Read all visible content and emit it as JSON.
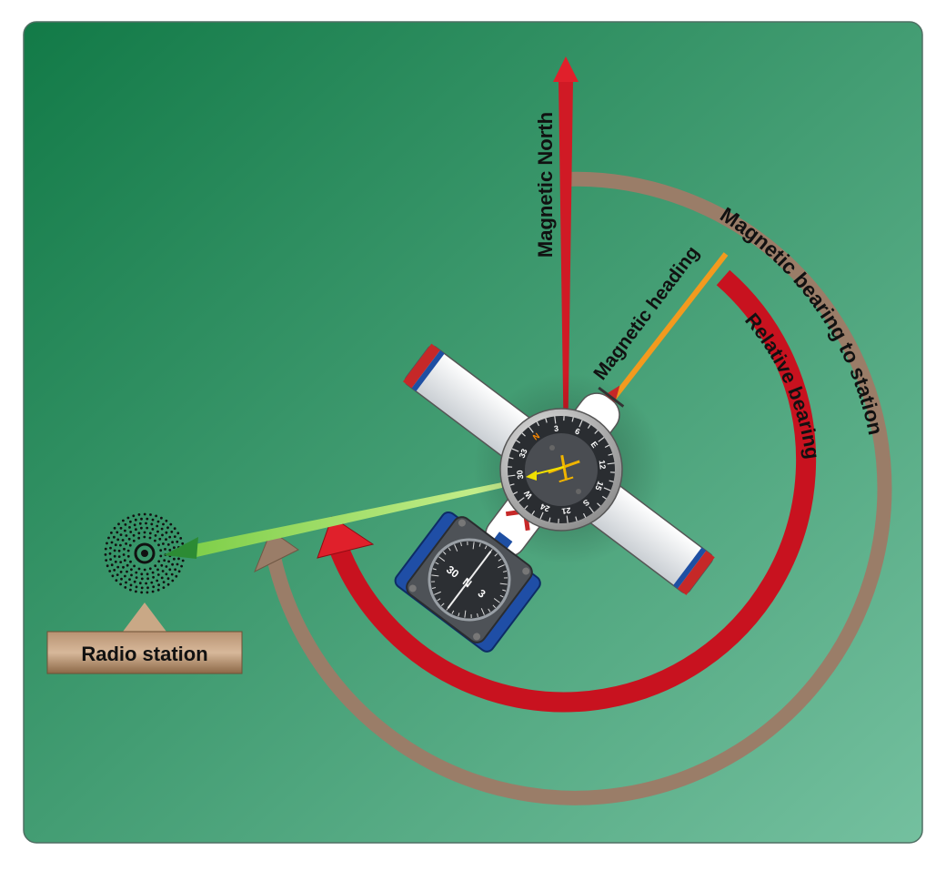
{
  "labels": {
    "magnetic_north": "Magnetic North",
    "magnetic_heading": "Magnetic heading",
    "magnetic_bearing": "Magnetic bearing to station",
    "relative_bearing": "Relative bearing",
    "radio_station": "Radio station"
  },
  "compass_card": {
    "marks": [
      "N",
      "3",
      "6",
      "E",
      "12",
      "15",
      "S",
      "21",
      "24",
      "W",
      "30",
      "33"
    ]
  },
  "adf_card": {
    "marks": [
      "30",
      "N",
      "3"
    ]
  },
  "colors": {
    "background_start": "#127a47",
    "background_end": "#74c09f",
    "magnetic_north_arrow": "#d01a25",
    "magnetic_heading_line": "#f39a1e",
    "relative_bearing_arc": "#c8121f",
    "magnetic_bearing_arc": "#9a7d68",
    "bearing_arrow": "#8fd04a",
    "label_plate": "#9a7350"
  }
}
